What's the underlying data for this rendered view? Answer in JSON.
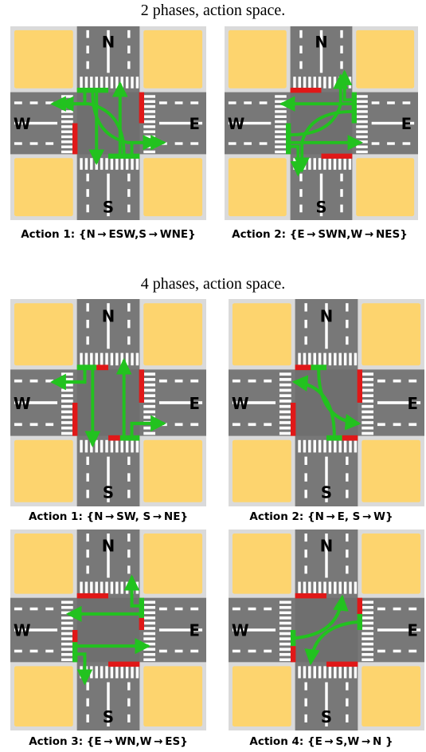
{
  "sections": [
    {
      "title": "2 phases, action space."
    },
    {
      "title": "4 phases, action space."
    }
  ],
  "compass": {
    "north": "N",
    "south": "S",
    "east": "E",
    "west": "W"
  },
  "colors": {
    "building": "#FDD46E",
    "sidewalk": "#DADADA",
    "road": "#787878",
    "signal_red": "#E01818",
    "signal_green": "#22C21F",
    "marking": "#FFFFFF"
  },
  "panels": [
    {
      "caption": "Action 1: {N → ESW,S → WNE}",
      "phase": "2-phase-action-1"
    },
    {
      "caption": "Action 2: {E → SWN,W → NES}",
      "phase": "2-phase-action-2"
    },
    {
      "caption": "Action 1: {N → SW, S → NE}",
      "phase": "4-phase-action-1"
    },
    {
      "caption": "Action 2: {N → E, S → W}",
      "phase": "4-phase-action-2"
    },
    {
      "caption": "Action 3: {E → WN,W → ES}",
      "phase": "4-phase-action-3"
    },
    {
      "caption": "Action 4: {E → S,W → N }",
      "phase": "4-phase-action-4"
    }
  ]
}
